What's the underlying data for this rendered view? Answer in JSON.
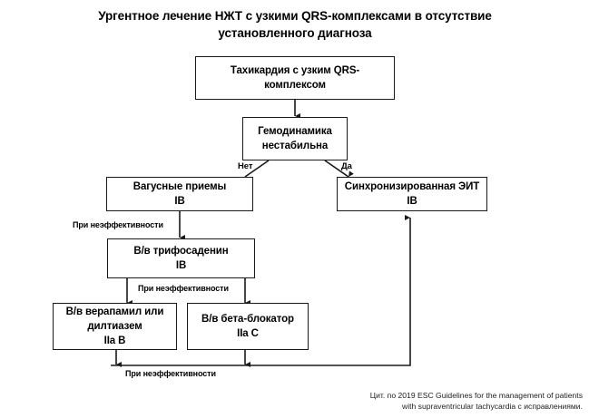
{
  "title": {
    "line1": "Ургентное лечение НЖТ с узкими QRS-комплексами",
    "line2": "в отсутствие установленного диагноза"
  },
  "nodes": {
    "tachycardia": {
      "line1": "Тахикардия с узким QRS-",
      "line2": "комплексом"
    },
    "hemodynamics": {
      "line1": "Гемодинамика",
      "line2": "нестабильна"
    },
    "vagal": {
      "line1": "Вагусные приемы",
      "line2": "IB"
    },
    "cardioversion": {
      "line1": "Синхронизированная ЭИТ",
      "line2": "IB"
    },
    "trifosadenine": {
      "line1": "В/в трифосаденин",
      "line2": "IB"
    },
    "verapamil": {
      "line1": "В/в верапамил или",
      "line2": "дилтиазем",
      "line3": "IIa B"
    },
    "betablocker": {
      "line1": "В/в бета-блокатор",
      "line2": "IIa C"
    }
  },
  "edge_labels": {
    "no": "Нет",
    "yes": "Да",
    "ineffective_1": "При неэффективности",
    "ineffective_2": "При неэффективности",
    "ineffective_3": "При неэффективности"
  },
  "citation": {
    "line1": "Цит. по 2019 ESC Guidelines for the management of patients",
    "line2": "with supraventricular tachycardia с исправлениями."
  },
  "colors": {
    "stroke": "#1a1a1a",
    "background": "#ffffff",
    "text": "#000000",
    "citation_text": "#222222"
  }
}
